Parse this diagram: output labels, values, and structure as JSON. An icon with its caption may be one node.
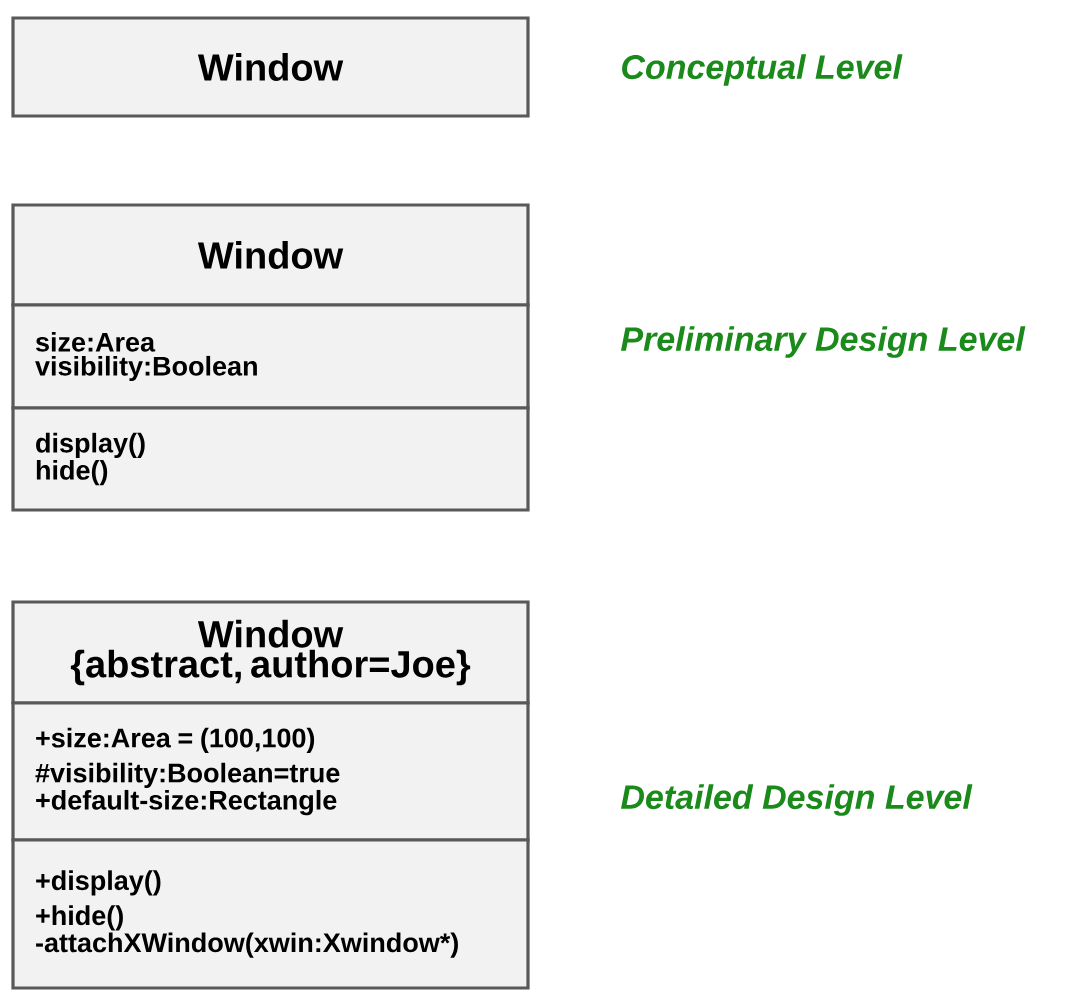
{
  "diagram": {
    "nodes": [
      {
        "text": [
          "Window"
        ]
      },
      {
        "text": [
          "Window"
        ]
      },
      {
        "text": [
          "size:Area",
          "visibility:Boolean"
        ]
      },
      {
        "text": [
          "display()",
          "hide()"
        ]
      },
      {
        "text": [
          "Window",
          "{abstract, author=Joe}"
        ]
      },
      {
        "text": [
          "+size:Area = (100,100)",
          "#visibility:Boolean=true",
          "+default-size:Rectangle"
        ]
      },
      {
        "text": [
          "+display()",
          "+hide()",
          "-attachXWindow(xwin:Xwindow*)"
        ]
      }
    ],
    "labels": [
      "Conceptual Level",
      "Preliminary Design Level",
      "Detailed Design Level"
    ]
  }
}
